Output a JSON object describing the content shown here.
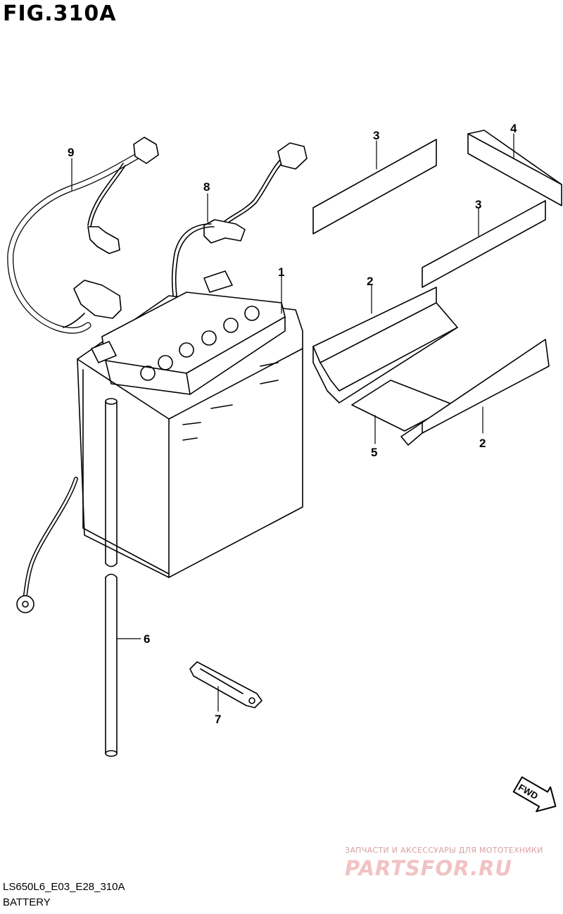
{
  "figure": {
    "title": "FIG.310A"
  },
  "callouts": {
    "c1": "1",
    "c2a": "2",
    "c2b": "2",
    "c3a": "3",
    "c3b": "3",
    "c4": "4",
    "c5": "5",
    "c6": "6",
    "c7": "7",
    "c8": "8",
    "c9": "9"
  },
  "arrow": {
    "label": "FWD"
  },
  "footer": {
    "code": "LS650L6_E03_E28_310A",
    "name": "BATTERY"
  },
  "watermark": {
    "tagline": "ЗАПЧАСТИ И АКСЕССУАРЫ ДЛЯ МОТОТЕХНИКИ",
    "brand": "PARTSFOR.RU"
  }
}
